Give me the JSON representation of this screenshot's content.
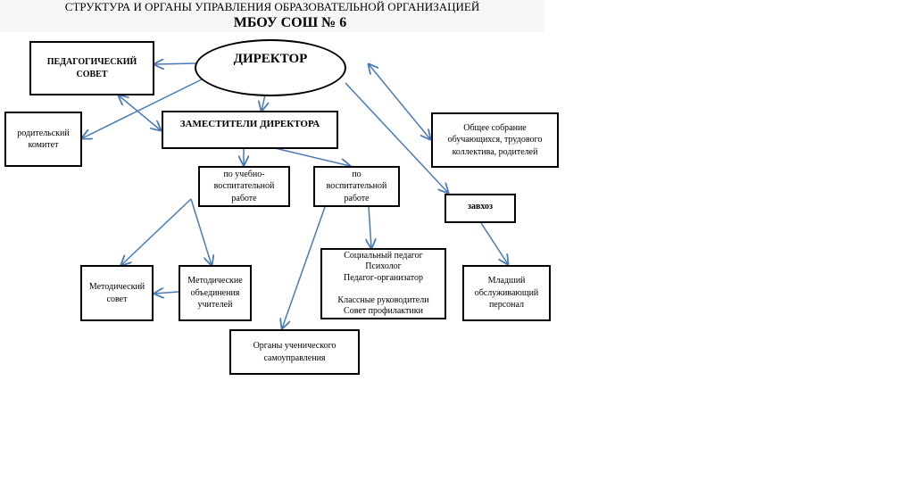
{
  "header": {
    "title": "СТРУКТУРА И ОРГАНЫ УПРАВЛЕНИЯ ОБРАЗОВАТЕЛЬНОЙ ОРГАНИЗАЦИЕЙ",
    "subtitle": "МБОУ СОШ № 6"
  },
  "nodes": {
    "director": "ДИРЕКТОР",
    "ped_council": "ПЕДАГОГИЧЕСКИЙ\nСОВЕТ",
    "parent_committee": "родительский\nкомитет",
    "deputies": "ЗАМЕСТИТЕЛИ ДИРЕКТОРА",
    "general_assembly": "Общее собрание\nобучающихся, трудового\nколлектива, родителей",
    "edu_work": "по учебно-\nвоспитательной\nработе",
    "upbringing_work": "по\nвоспитательной\nработе",
    "supply_manager": "завхоз",
    "method_council": "Методический\nсовет",
    "method_unions": "Методические\nобъединения\nучителей",
    "specialists": "Социальный педагог\nПсихолог\nПедагог-организатор\n\nКлассные руководители\nСовет профилактики",
    "junior_staff": "Младший\nобслуживающий\nперсонал",
    "student_government": "Органы ученического\nсамоуправления"
  },
  "colors": {
    "arrow": "#4a7ab5",
    "border": "#000000"
  }
}
